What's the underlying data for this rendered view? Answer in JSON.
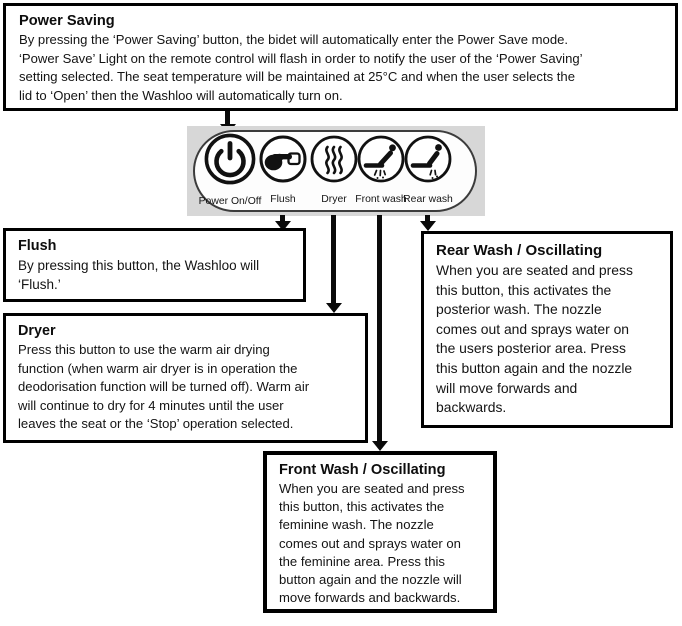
{
  "boxes": {
    "power_saving": {
      "title": "Power Saving",
      "body": "By pressing the ‘Power Saving’ button, the bidet will automatically enter the Power Save mode.\n‘Power Save’ Light on the remote control will flash in order to notify the user of the ‘Power Saving’\nsetting selected. The seat temperature will be maintained at 25°C and when the user selects the\nlid to ‘Open’ then the Washloo will automatically turn on."
    },
    "flush": {
      "title": "Flush",
      "body": "By pressing this button, the Washloo will\n‘Flush.’"
    },
    "dryer": {
      "title": "Dryer",
      "body": "Press this button to use the warm air drying\nfunction (when warm air dryer is in operation the\ndeodorisation function will be turned off). Warm air\nwill continue to dry for 4 minutes until the user\nleaves the seat or the ‘Stop’ operation selected."
    },
    "rear_wash": {
      "title": "Rear Wash / Oscillating",
      "body": "When you are seated and press\nthis button, this activates the\nposterior wash. The nozzle\ncomes out and sprays water on\nthe users posterior area. Press\nthis button again and the nozzle\nwill move forwards and\nbackwards."
    },
    "front_wash": {
      "title": "Front Wash / Oscillating",
      "body": "When you are seated and press\nthis button, this activates the\nfeminine wash. The nozzle\ncomes out and sprays water on\nthe feminine area. Press this\nbutton again and the nozzle will\nmove forwards and backwards."
    }
  },
  "panel": {
    "buttons": [
      {
        "label": "Power On/Off",
        "icon": "power-icon"
      },
      {
        "label": "Flush",
        "icon": "flush-hand-icon"
      },
      {
        "label": "Dryer",
        "icon": "heat-waves-icon"
      },
      {
        "label": "Front wash",
        "icon": "front-wash-seat-icon"
      },
      {
        "label": "Rear wash",
        "icon": "rear-wash-seat-icon"
      }
    ]
  },
  "colors": {
    "panel_background": "#d7d7d7",
    "box_border": "#000000",
    "text": "#111111"
  }
}
